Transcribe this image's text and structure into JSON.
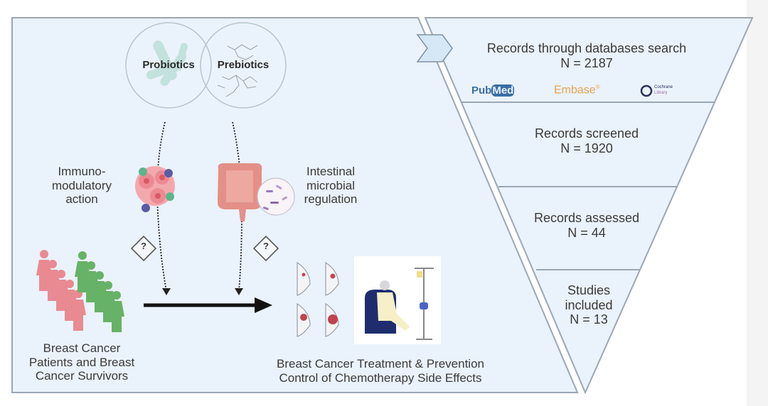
{
  "figure": {
    "left_panel": {
      "circles": [
        {
          "label": "Probiotics",
          "icon": "bacteria-icon"
        },
        {
          "label": "Prebiotics",
          "icon": "molecule-network-icon"
        }
      ],
      "mechanisms": [
        {
          "label_lines": [
            "Immuno-",
            "modulatory",
            "action"
          ],
          "icon": "immune-cells-icon"
        },
        {
          "label_lines": [
            "Intestinal",
            "microbial",
            "regulation"
          ],
          "icon": "intestine-microbiome-icon"
        }
      ],
      "unknown_marker": "?",
      "population": {
        "label_lines": [
          "Breast Cancer",
          "Patients and Breast",
          "Cancer Survivors"
        ],
        "icon": "women-group-icon"
      },
      "outcome": {
        "label_lines": [
          "Breast Cancer Treatment & Prevention",
          "Control of Chemotherapy Side Effects"
        ],
        "icons": [
          "breast-tumor-stages-icon",
          "chemotherapy-patient-icon"
        ]
      }
    },
    "funnel": {
      "stages": [
        {
          "title": "Records through databases search",
          "count": "N = 2187"
        },
        {
          "title": "Records screened",
          "count": "N = 1920"
        },
        {
          "title": "Records assessed",
          "count": "N = 44"
        },
        {
          "title_lines": [
            "Studies",
            "included"
          ],
          "count": "N = 13"
        }
      ],
      "databases": [
        {
          "name_part1": "Pub",
          "name_part2": "Med",
          "color": "#3a6ea5"
        },
        {
          "name": "Embase",
          "mark": "®",
          "color": "#e8a24c"
        },
        {
          "name_line1": "Cochrane",
          "name_line2": "Library",
          "color": "#2b2f5a"
        }
      ]
    },
    "colors": {
      "panel_fill": "#eaf2fb",
      "panel_border": "#9aa7b4",
      "pink": "#e77a86",
      "green": "#5fae5f",
      "navy": "#1f2d6e"
    }
  }
}
